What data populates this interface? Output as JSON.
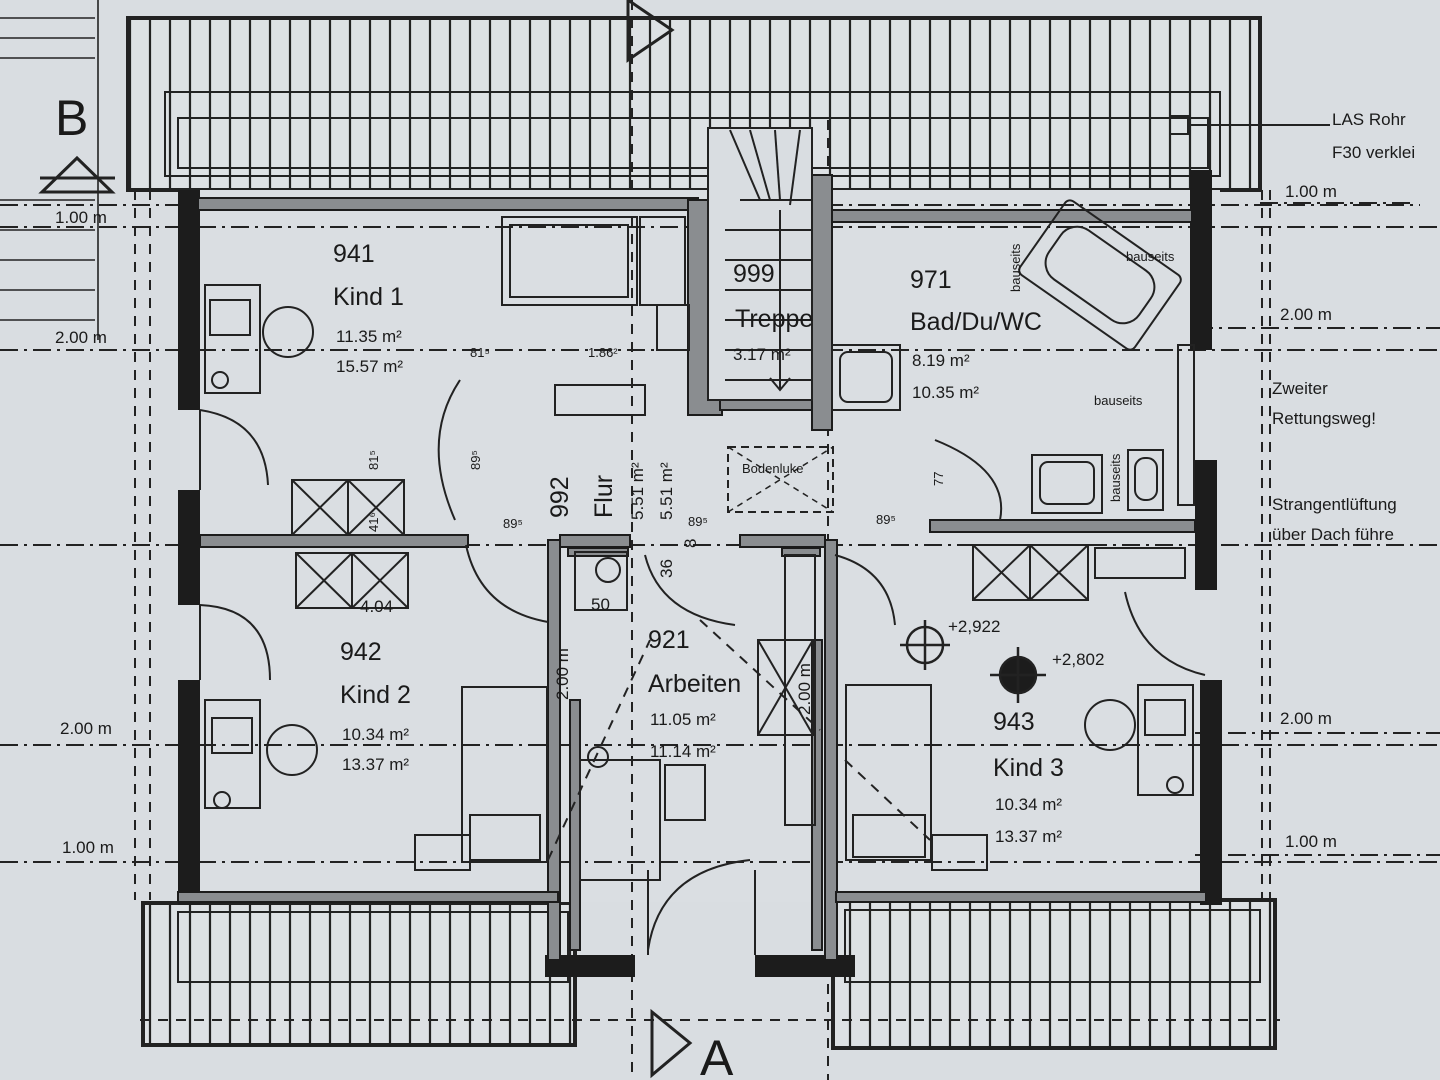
{
  "section_marks": {
    "b": "B",
    "a": "A"
  },
  "rooms": {
    "kind1": {
      "number": "941",
      "name": "Kind 1",
      "area_net": "11.35 m²",
      "area_gross": "15.57 m²"
    },
    "treppe": {
      "number": "999",
      "name": "Treppe",
      "area_net": "3.17 m²"
    },
    "bad": {
      "number": "971",
      "name": "Bad/Du/WC",
      "area_net": "8.19 m²",
      "area_gross": "10.35 m²"
    },
    "flur": {
      "number": "992",
      "name": "Flur",
      "area_net": "5.51 m²",
      "area_gross": "5.51 m²"
    },
    "kind2": {
      "number": "942",
      "name": "Kind 2",
      "area_net": "10.34 m²",
      "area_gross": "13.37 m²"
    },
    "arbeiten": {
      "number": "921",
      "name": "Arbeiten",
      "area_net": "11.05 m²",
      "area_gross": "11.14 m²"
    },
    "kind3": {
      "number": "943",
      "name": "Kind 3",
      "area_net": "10.34 m²",
      "area_gross": "13.37 m²"
    }
  },
  "labels": {
    "bodenluke": "Bodenluke",
    "bauseits": "bauseits",
    "wm": "50",
    "las_rohr": "LAS Rohr",
    "f30": "F30 verklei",
    "zweiter": "Zweiter",
    "rettungsweg": "Rettungsweg!",
    "strang": "Strangentlüftung",
    "ueber_dach": "über Dach führe"
  },
  "heights": {
    "h1": "1.00 m",
    "h2": "2.00 m"
  },
  "levels": {
    "l1": "+2,922",
    "l2": "+2,802"
  },
  "dims": {
    "d815": "81⁵",
    "d1862": "1.86²",
    "d895": "89⁵",
    "d416": "41⁶",
    "d404": "4.04",
    "d77": "77",
    "d36": "36",
    "d8": "8"
  }
}
